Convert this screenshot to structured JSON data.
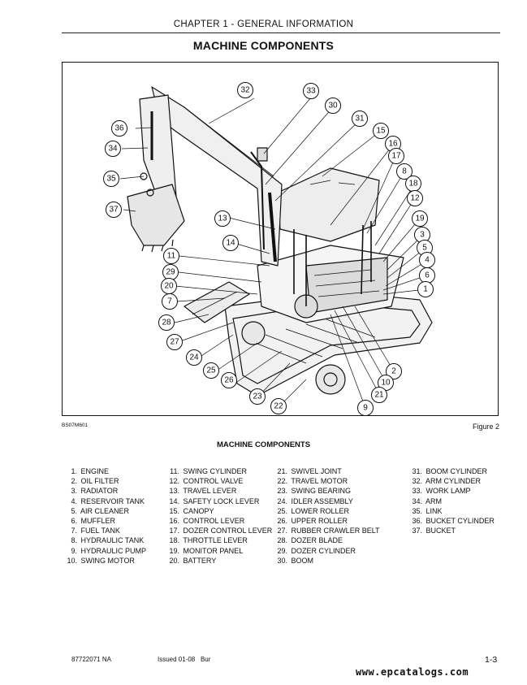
{
  "header": {
    "chapter": "CHAPTER 1 - GENERAL INFORMATION",
    "title": "MACHINE COMPONENTS"
  },
  "figure": {
    "code": "BS07M601",
    "label": "Figure 2",
    "callouts": [
      "32",
      "33",
      "30",
      "31",
      "36",
      "15",
      "16",
      "34",
      "17",
      "8",
      "35",
      "18",
      "12",
      "37",
      "19",
      "13",
      "3",
      "14",
      "5",
      "11",
      "4",
      "29",
      "6",
      "20",
      "1",
      "7",
      "28",
      "27",
      "24",
      "2",
      "25",
      "26",
      "10",
      "23",
      "21",
      "22",
      "9"
    ]
  },
  "list": {
    "title": "MACHINE COMPONENTS",
    "columns": [
      [
        {
          "n": "1.",
          "label": "ENGINE"
        },
        {
          "n": "2.",
          "label": "OIL FILTER"
        },
        {
          "n": "3.",
          "label": "RADIATOR"
        },
        {
          "n": "4.",
          "label": "RESERVOIR TANK"
        },
        {
          "n": "5.",
          "label": "AIR CLEANER"
        },
        {
          "n": "6.",
          "label": "MUFFLER"
        },
        {
          "n": "7.",
          "label": "FUEL TANK"
        },
        {
          "n": "8.",
          "label": "HYDRAULIC TANK"
        },
        {
          "n": "9.",
          "label": "HYDRAULIC PUMP"
        },
        {
          "n": "10.",
          "label": "SWING MOTOR"
        }
      ],
      [
        {
          "n": "11.",
          "label": "SWING CYLINDER"
        },
        {
          "n": "12.",
          "label": "CONTROL VALVE"
        },
        {
          "n": "13.",
          "label": "TRAVEL LEVER"
        },
        {
          "n": "14.",
          "label": "SAFETY LOCK LEVER"
        },
        {
          "n": "15.",
          "label": "CANOPY"
        },
        {
          "n": "16.",
          "label": "CONTROL LEVER"
        },
        {
          "n": "17.",
          "label": "DOZER CONTROL LEVER"
        },
        {
          "n": "18.",
          "label": "THROTTLE LEVER"
        },
        {
          "n": "19.",
          "label": "MONITOR PANEL"
        },
        {
          "n": "20.",
          "label": "BATTERY"
        }
      ],
      [
        {
          "n": "21.",
          "label": "SWIVEL JOINT"
        },
        {
          "n": "22.",
          "label": "TRAVEL MOTOR"
        },
        {
          "n": "23.",
          "label": "SWING BEARING"
        },
        {
          "n": "24.",
          "label": "IDLER ASSEMBLY"
        },
        {
          "n": "25.",
          "label": "LOWER ROLLER"
        },
        {
          "n": "26.",
          "label": "UPPER ROLLER"
        },
        {
          "n": "27.",
          "label": "RUBBER CRAWLER BELT"
        },
        {
          "n": "28.",
          "label": "DOZER BLADE"
        },
        {
          "n": "29.",
          "label": "DOZER CYLINDER"
        },
        {
          "n": "30.",
          "label": "BOOM"
        }
      ],
      [
        {
          "n": "31.",
          "label": "BOOM CYLINDER"
        },
        {
          "n": "32.",
          "label": "ARM CYLINDER"
        },
        {
          "n": "33.",
          "label": "WORK LAMP"
        },
        {
          "n": "34.",
          "label": "ARM"
        },
        {
          "n": "35.",
          "label": "LINK"
        },
        {
          "n": "36.",
          "label": "BUCKET CYLINDER"
        },
        {
          "n": "37.",
          "label": "BUCKET"
        }
      ]
    ]
  },
  "footer": {
    "doc_number": "87722071 NA",
    "issued": "Issued 01-08",
    "issued_suffix": "Bur",
    "page": "1-3",
    "watermark": "www.epcatalogs.com"
  }
}
